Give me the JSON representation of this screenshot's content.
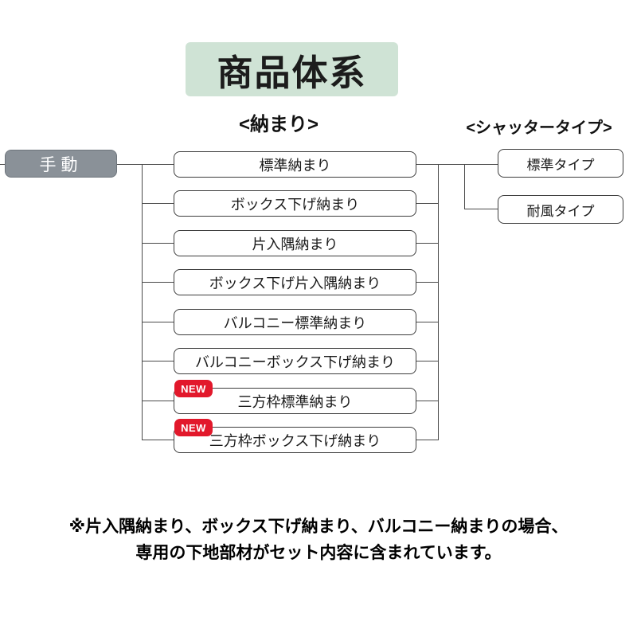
{
  "title": "商品体系",
  "headings": {
    "osamari": "<納まり>",
    "shutter_type": "<シャッタータイプ>"
  },
  "root": {
    "label": "手動"
  },
  "new_badge_label": "NEW",
  "osamari_items": [
    {
      "label": "標準納まり",
      "new": false
    },
    {
      "label": "ボックス下げ納まり",
      "new": false
    },
    {
      "label": "片入隅納まり",
      "new": false
    },
    {
      "label": "ボックス下げ片入隅納まり",
      "new": false
    },
    {
      "label": "バルコニー標準納まり",
      "new": false
    },
    {
      "label": "バルコニーボックス下げ納まり",
      "new": false
    },
    {
      "label": "三方枠標準納まり",
      "new": true
    },
    {
      "label": "三方枠ボックス下げ納まり",
      "new": true
    }
  ],
  "shutter_items": [
    {
      "label": "標準タイプ"
    },
    {
      "label": "耐風タイプ"
    }
  ],
  "footnote": {
    "line1": "※片入隅納まり、ボックス下げ納まり、バルコニー納まりの場合、",
    "line2": "専用の下地部材がセット内容に含まれています。"
  },
  "colors": {
    "title_bg": "#cfe3d5",
    "root_fill": "#8a9198",
    "badge_red": "#e2182b",
    "line": "#4a4a4a"
  }
}
